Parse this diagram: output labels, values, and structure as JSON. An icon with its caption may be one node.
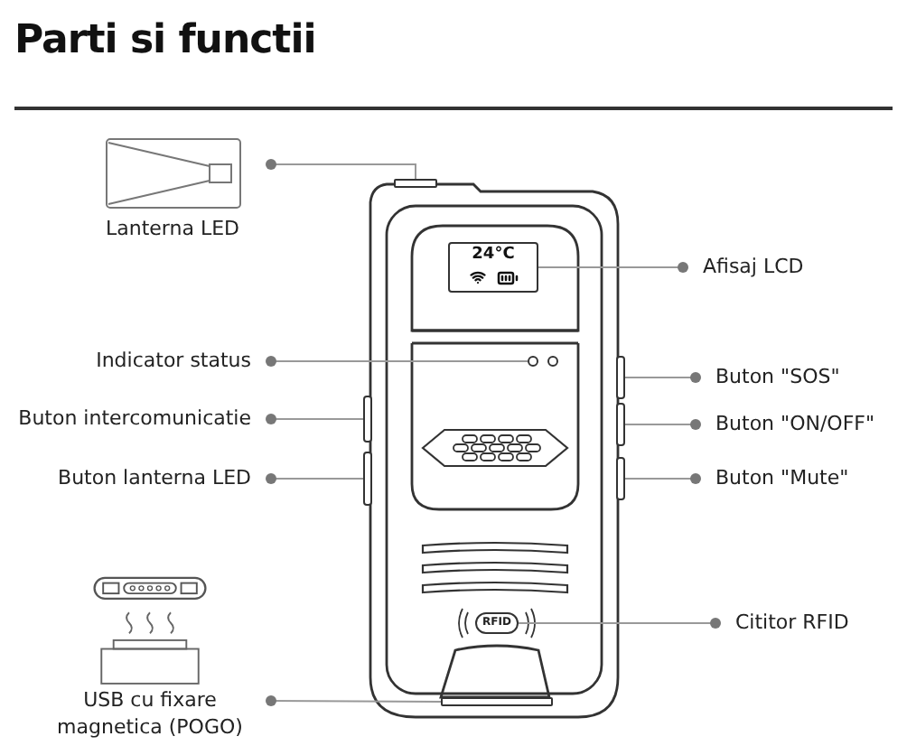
{
  "diagram": {
    "title": "Parti si functii",
    "nodes": [
      {
        "text": [
          "Lanterna LED"
        ]
      },
      {
        "text": [],
        "shape": "box"
      },
      {
        "text": [
          "Afisaj LCD"
        ]
      },
      {
        "text": [
          "24°C"
        ]
      },
      {
        "text": [
          "Indicator status"
        ]
      },
      {
        "text": [],
        "shape": "circle"
      },
      {
        "text": [
          "Buton \"SOS\""
        ]
      },
      {
        "text": [],
        "shape": "box"
      },
      {
        "text": [
          "Buton intercomunicatie"
        ]
      },
      {
        "text": [],
        "shape": "box"
      },
      {
        "text": [
          "Buton \"ON/OFF\""
        ]
      },
      {
        "text": [],
        "shape": "box"
      },
      {
        "text": [
          "Buton lanterna LED"
        ]
      },
      {
        "text": [],
        "shape": "box"
      },
      {
        "text": [
          "Buton \"Mute\""
        ]
      },
      {
        "text": [],
        "shape": "box"
      },
      {
        "text": [
          "Cititor RFID"
        ]
      },
      {
        "text": [
          "RFID"
        ]
      },
      {
        "text": [
          "USB cu fixare magnetica (POGO)"
        ]
      },
      {
        "text": [],
        "shape": "box"
      }
    ],
    "edges": [
      {
        "from": 0,
        "to": 1,
        "arrow": "other"
      },
      {
        "from": 2,
        "to": 3,
        "arrow": "other"
      },
      {
        "from": 4,
        "to": 5,
        "arrow": "other"
      },
      {
        "from": 6,
        "to": 7,
        "arrow": "other"
      },
      {
        "from": 8,
        "to": 9,
        "arrow": "other"
      },
      {
        "from": 10,
        "to": 11,
        "arrow": "other"
      },
      {
        "from": 12,
        "to": 13,
        "arrow": "other"
      },
      {
        "from": 14,
        "to": 15,
        "arrow": "other"
      },
      {
        "from": 16,
        "to": 17,
        "arrow": "other"
      },
      {
        "from": 18,
        "to": 19,
        "arrow": "other"
      }
    ]
  }
}
